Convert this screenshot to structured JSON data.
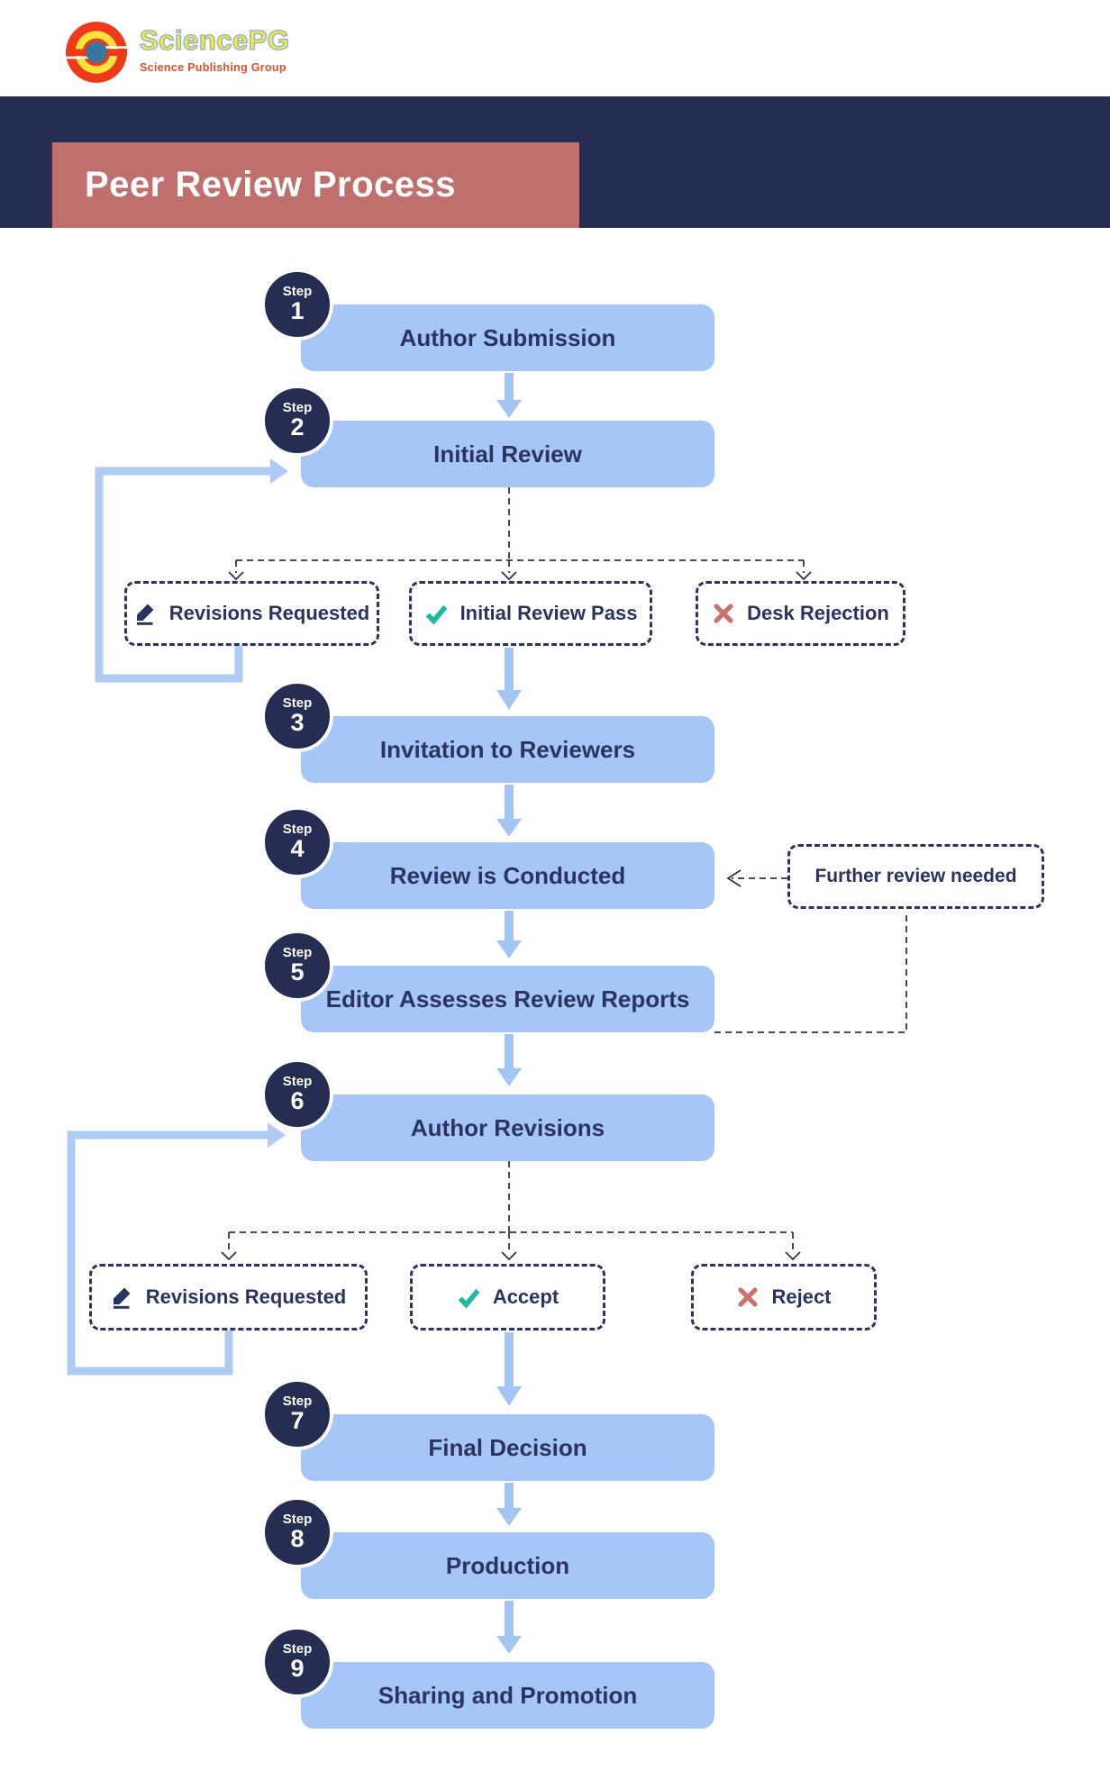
{
  "logo": {
    "brand": "SciencePG",
    "tagline": "Science Publishing Group"
  },
  "header": {
    "title": "Peer Review Process"
  },
  "step_word": "Step",
  "steps": [
    {
      "num": "1",
      "label": "Author Submission"
    },
    {
      "num": "2",
      "label": "Initial Review"
    },
    {
      "num": "3",
      "label": "Invitation to Reviewers"
    },
    {
      "num": "4",
      "label": "Review is Conducted"
    },
    {
      "num": "5",
      "label": "Editor Assesses Review Reports"
    },
    {
      "num": "6",
      "label": "Author Revisions"
    },
    {
      "num": "7",
      "label": "Final Decision"
    },
    {
      "num": "8",
      "label": "Production"
    },
    {
      "num": "9",
      "label": "Sharing and Promotion"
    }
  ],
  "initial_review_outcomes": [
    {
      "icon": "pencil-icon",
      "label": "Revisions Requested"
    },
    {
      "icon": "check-icon",
      "label": "Initial Review Pass"
    },
    {
      "icon": "x-icon",
      "label": "Desk Rejection"
    }
  ],
  "decision_outcomes": [
    {
      "icon": "pencil-icon",
      "label": "Revisions Requested"
    },
    {
      "icon": "check-icon",
      "label": "Accept"
    },
    {
      "icon": "x-icon",
      "label": "Reject"
    }
  ],
  "side_note": "Further review needed",
  "colors": {
    "navy": "#252e52",
    "box_blue": "#a5c6f6",
    "arrow_blue": "#a4c4f2",
    "loop_blue": "#aecbf4",
    "title_bg": "#bf6f6c",
    "check_teal": "#1cb8a0",
    "reject_red": "#c8736f",
    "text_navy": "#2b3360"
  }
}
